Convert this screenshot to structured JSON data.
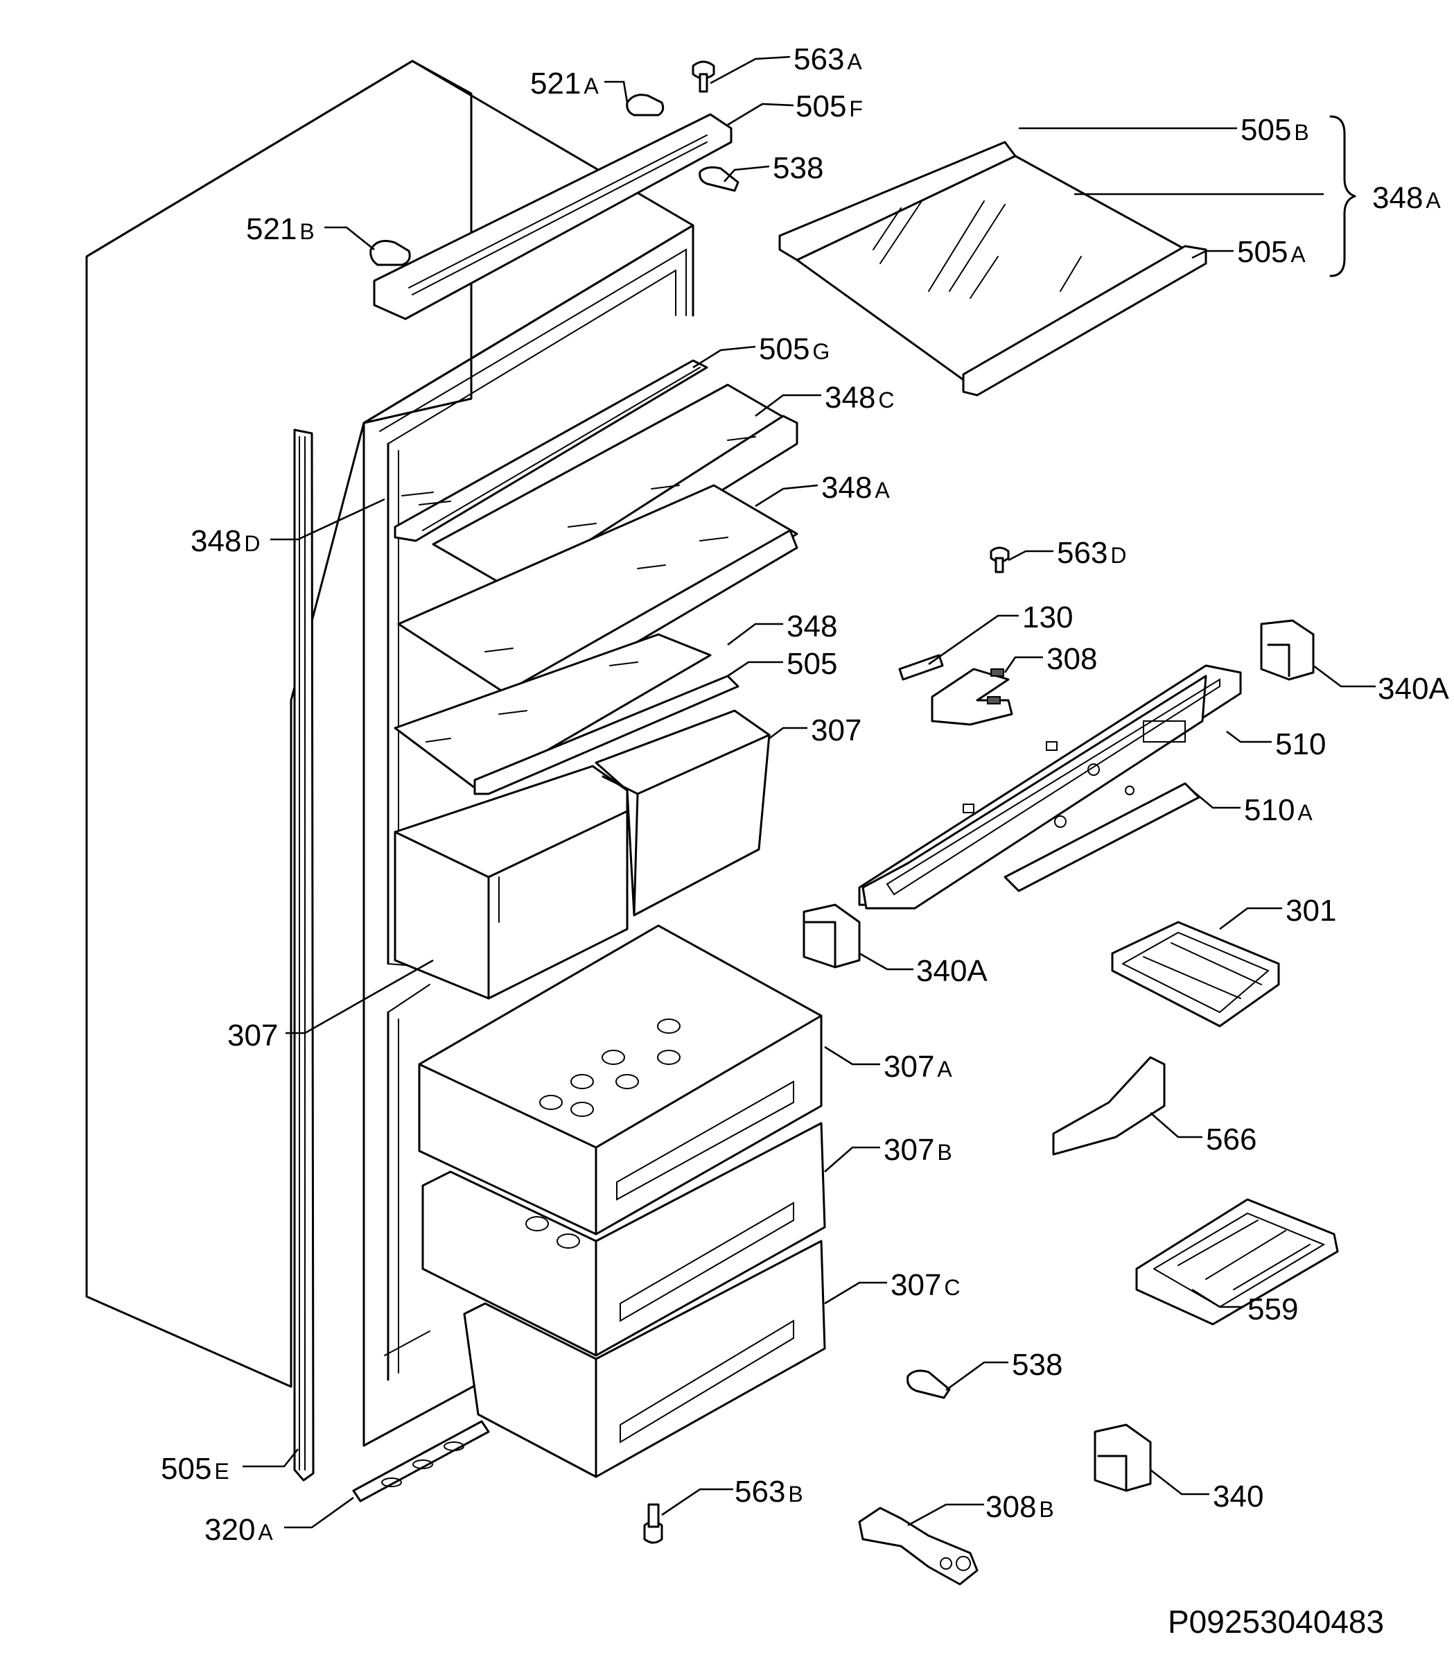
{
  "labels": {
    "l563A": {
      "num": "563",
      "suf": "A"
    },
    "l521A": {
      "num": "521",
      "suf": "A"
    },
    "l505F": {
      "num": "505",
      "suf": "F"
    },
    "l538a": {
      "num": "538",
      "suf": ""
    },
    "l521B": {
      "num": "521",
      "suf": "B"
    },
    "l505B": {
      "num": "505",
      "suf": "B"
    },
    "l348A_top": {
      "num": "348",
      "suf": "A"
    },
    "l505A": {
      "num": "505",
      "suf": "A"
    },
    "l505G": {
      "num": "505",
      "suf": "G"
    },
    "l348C": {
      "num": "348",
      "suf": "C"
    },
    "l348A": {
      "num": "348",
      "suf": "A"
    },
    "l348D": {
      "num": "348",
      "suf": "D"
    },
    "l563D": {
      "num": "563",
      "suf": "D"
    },
    "l130": {
      "num": "130",
      "suf": ""
    },
    "l308": {
      "num": "308",
      "suf": ""
    },
    "l340A_r": {
      "num": "340A",
      "suf": ""
    },
    "l348": {
      "num": "348",
      "suf": ""
    },
    "l505": {
      "num": "505",
      "suf": ""
    },
    "l307_up": {
      "num": "307",
      "suf": ""
    },
    "l510": {
      "num": "510",
      "suf": ""
    },
    "l510A": {
      "num": "510",
      "suf": "A"
    },
    "l301": {
      "num": "301",
      "suf": ""
    },
    "l340A_l": {
      "num": "340A",
      "suf": ""
    },
    "l307_left": {
      "num": "307",
      "suf": ""
    },
    "l307A": {
      "num": "307",
      "suf": "A"
    },
    "l566": {
      "num": "566",
      "suf": ""
    },
    "l307B": {
      "num": "307",
      "suf": "B"
    },
    "l559": {
      "num": "559",
      "suf": ""
    },
    "l307C": {
      "num": "307",
      "suf": "C"
    },
    "l538b": {
      "num": "538",
      "suf": ""
    },
    "l340": {
      "num": "340",
      "suf": ""
    },
    "l505E": {
      "num": "505",
      "suf": "E"
    },
    "l563B": {
      "num": "563",
      "suf": "B"
    },
    "l308B": {
      "num": "308",
      "suf": "B"
    },
    "l320A": {
      "num": "320",
      "suf": "A"
    }
  },
  "drawing_code": "P09253040483"
}
